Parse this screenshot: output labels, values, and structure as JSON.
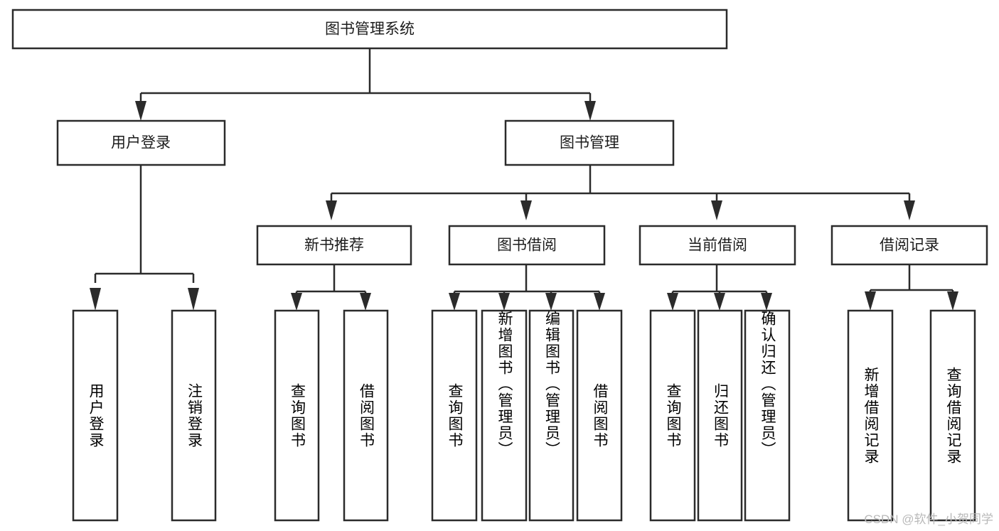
{
  "diagram": {
    "type": "tree-hierarchy",
    "title": "图书管理系统",
    "orientation": "top-down",
    "watermark": "CSDN @软件_小贺同学",
    "levels": {
      "root": {
        "label": "图书管理系统"
      },
      "level2": [
        {
          "label": "用户登录"
        },
        {
          "label": "图书管理"
        }
      ],
      "level3": [
        {
          "label": "新书推荐"
        },
        {
          "label": "图书借阅"
        },
        {
          "label": "当前借阅"
        },
        {
          "label": "借阅记录"
        }
      ],
      "leaves": {
        "user_login": [
          {
            "label": "用户登录"
          },
          {
            "label": "注销登录"
          }
        ],
        "new_book_recommend": [
          {
            "label": "查询图书"
          },
          {
            "label": "借阅图书"
          }
        ],
        "book_borrow": [
          {
            "label": "查询图书"
          },
          {
            "label": "新增图书（管理员）"
          },
          {
            "label": "编辑图书（管理员）"
          },
          {
            "label": "借阅图书"
          }
        ],
        "current_borrow": [
          {
            "label": "查询图书"
          },
          {
            "label": "归还图书"
          },
          {
            "label": "确认归还（管理员）"
          }
        ],
        "borrow_record": [
          {
            "label": "新增借阅记录"
          },
          {
            "label": "查询借阅记录"
          }
        ]
      }
    },
    "colors": {
      "box_stroke": "#2b2b2b",
      "box_fill": "#ffffff",
      "text": "#1c1c1c",
      "background": "#ffffff",
      "watermark": "#b9b9b9"
    }
  }
}
